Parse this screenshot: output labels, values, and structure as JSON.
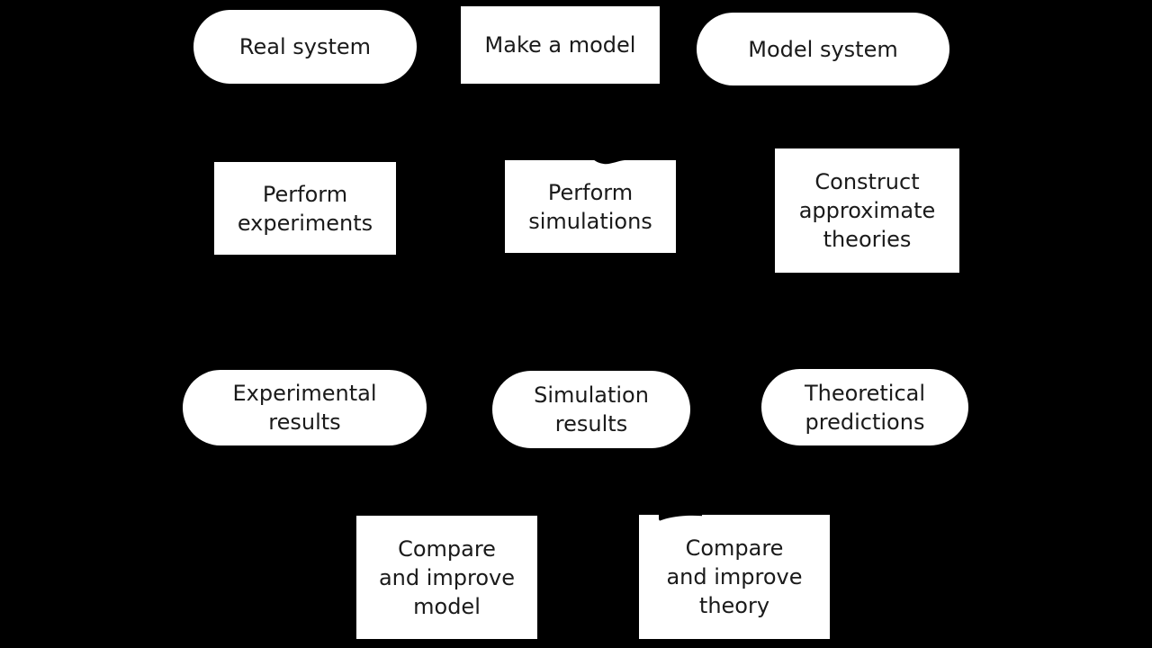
{
  "diagram": {
    "background_color": "#000000",
    "node_fill_color": "#ffffff",
    "node_text_color": "#1a1a1a",
    "nodes": [
      {
        "id": "real-system",
        "shape": "stadium",
        "label": "Real system"
      },
      {
        "id": "make-a-model",
        "shape": "rect",
        "label": "Make a model"
      },
      {
        "id": "model-system",
        "shape": "stadium",
        "label": "Model system"
      },
      {
        "id": "perform-experiments",
        "shape": "rect",
        "label": "Perform\nexperiments"
      },
      {
        "id": "perform-simulations",
        "shape": "rect",
        "label": "Perform\nsimulations"
      },
      {
        "id": "construct-approximate-theories",
        "shape": "rect",
        "label": "Construct\napproximate\ntheories"
      },
      {
        "id": "experimental-results",
        "shape": "stadium",
        "label": "Experimental\nresults"
      },
      {
        "id": "simulation-results",
        "shape": "stadium",
        "label": "Simulation\nresults"
      },
      {
        "id": "theoretical-predictions",
        "shape": "stadium",
        "label": "Theoretical\npredictions"
      },
      {
        "id": "compare-and-improve-model",
        "shape": "rect",
        "label": "Compare\nand improve\nmodel"
      },
      {
        "id": "compare-and-improve-theory",
        "shape": "rect",
        "label": "Compare\nand improve\ntheory"
      }
    ]
  }
}
